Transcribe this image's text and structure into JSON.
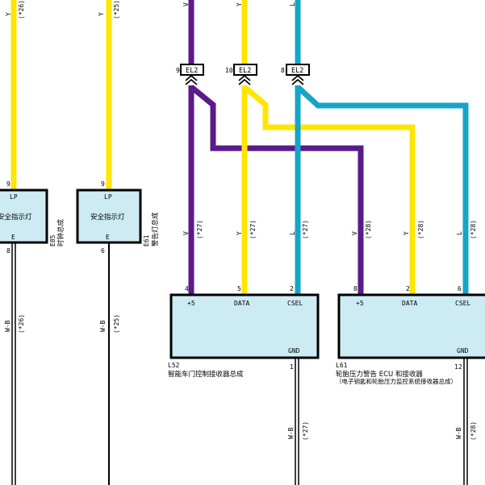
{
  "colors": {
    "violet": "#5a1a8c",
    "yellow": "#ffe600",
    "blue": "#16a5c9",
    "box_fill": "#cdebf2",
    "ground_wire": "#000000"
  },
  "wire_codes": {
    "V": "V",
    "Y": "Y",
    "L": "L",
    "WB": "W-B"
  },
  "notes": {
    "n25": "(*25)",
    "n26": "(*26)",
    "n27": "(*27)",
    "n28": "(*28)"
  },
  "connectors": {
    "el2": "EL2",
    "pin9": "9",
    "pin10": "10",
    "pin8": "8"
  },
  "e85": {
    "pin_top": "9",
    "pin_bottom": "8",
    "lp": "LP",
    "name": "安全指示灯",
    "e": "E",
    "code": "E85",
    "desc": "时钟总成"
  },
  "e61": {
    "pin_top": "9",
    "pin_bottom": "6",
    "lp": "LP",
    "name": "安全指示灯",
    "e": "E",
    "code": "E61",
    "desc": "警告灯总成"
  },
  "l52": {
    "pin1": "4",
    "pin2": "5",
    "pin3": "2",
    "pin_gnd": "1",
    "t1": "+5",
    "t2": "DATA",
    "t3": "CSEL",
    "gnd": "GND",
    "code": "L52",
    "desc": "智能车门控制接收器总成"
  },
  "l61": {
    "pin1": "8",
    "pin2": "2",
    "pin3": "6",
    "pin_gnd": "12",
    "t1": "+5",
    "t2": "DATA",
    "t3": "CSEL",
    "gnd": "GND",
    "code": "L61",
    "desc": "轮胎压力警告 ECU 和接收器",
    "desc2": "（电子钥匙和轮胎压力监控系统接收器总成）"
  }
}
